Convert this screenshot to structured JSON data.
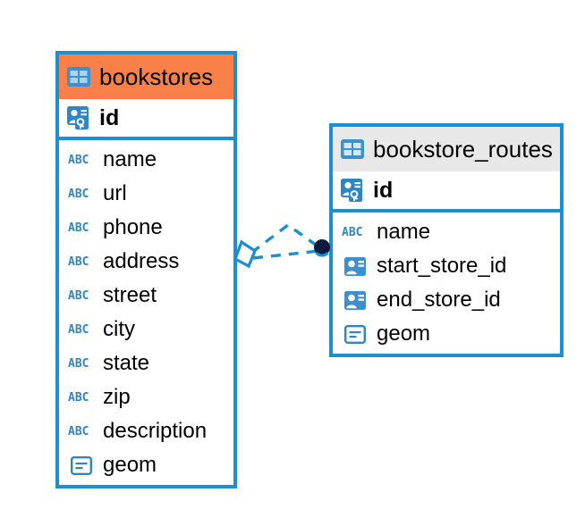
{
  "diagram": {
    "type": "entity-relationship-diagram",
    "colors": {
      "entity_border": "#1a8fd1",
      "header_highlight": "#f98149",
      "header_default": "#e8e8e8",
      "icon_blue": "#3d90cf",
      "connector_line": "#1a8fd1",
      "connector_endpoint": "#0d1b3e",
      "text": "#000000"
    },
    "entities": [
      {
        "name": "bookstores",
        "header_style": "highlighted",
        "table_icon": "table-icon",
        "primary_key": {
          "label": "id",
          "icon": "primary-key-icon"
        },
        "fields": [
          {
            "label": "name",
            "icon": "abc-text-icon",
            "icon_text": "ABC"
          },
          {
            "label": "url",
            "icon": "abc-text-icon",
            "icon_text": "ABC"
          },
          {
            "label": "phone",
            "icon": "abc-text-icon",
            "icon_text": "ABC"
          },
          {
            "label": "address",
            "icon": "abc-text-icon",
            "icon_text": "ABC"
          },
          {
            "label": "street",
            "icon": "abc-text-icon",
            "icon_text": "ABC"
          },
          {
            "label": "city",
            "icon": "abc-text-icon",
            "icon_text": "ABC"
          },
          {
            "label": "state",
            "icon": "abc-text-icon",
            "icon_text": "ABC"
          },
          {
            "label": "zip",
            "icon": "abc-text-icon",
            "icon_text": "ABC"
          },
          {
            "label": "description",
            "icon": "abc-text-icon",
            "icon_text": "ABC"
          },
          {
            "label": "geom",
            "icon": "geometry-icon",
            "icon_text": ""
          }
        ]
      },
      {
        "name": "bookstore_routes",
        "header_style": "default",
        "table_icon": "table-icon",
        "primary_key": {
          "label": "id",
          "icon": "primary-key-icon"
        },
        "fields": [
          {
            "label": "name",
            "icon": "abc-text-icon",
            "icon_text": "ABC"
          },
          {
            "label": "start_store_id",
            "icon": "foreign-key-icon",
            "icon_text": ""
          },
          {
            "label": "end_store_id",
            "icon": "foreign-key-icon",
            "icon_text": ""
          },
          {
            "label": "geom",
            "icon": "geometry-icon",
            "icon_text": ""
          }
        ]
      }
    ],
    "relationships": [
      {
        "from": "bookstores",
        "to": "bookstore_routes",
        "from_marker": "diamond-marker",
        "to_marker": "circle-marker",
        "line_style": "dashed"
      },
      {
        "from": "bookstores",
        "to": "bookstore_routes",
        "from_marker": "diamond-marker",
        "to_marker": "circle-marker",
        "line_style": "dashed"
      }
    ]
  }
}
